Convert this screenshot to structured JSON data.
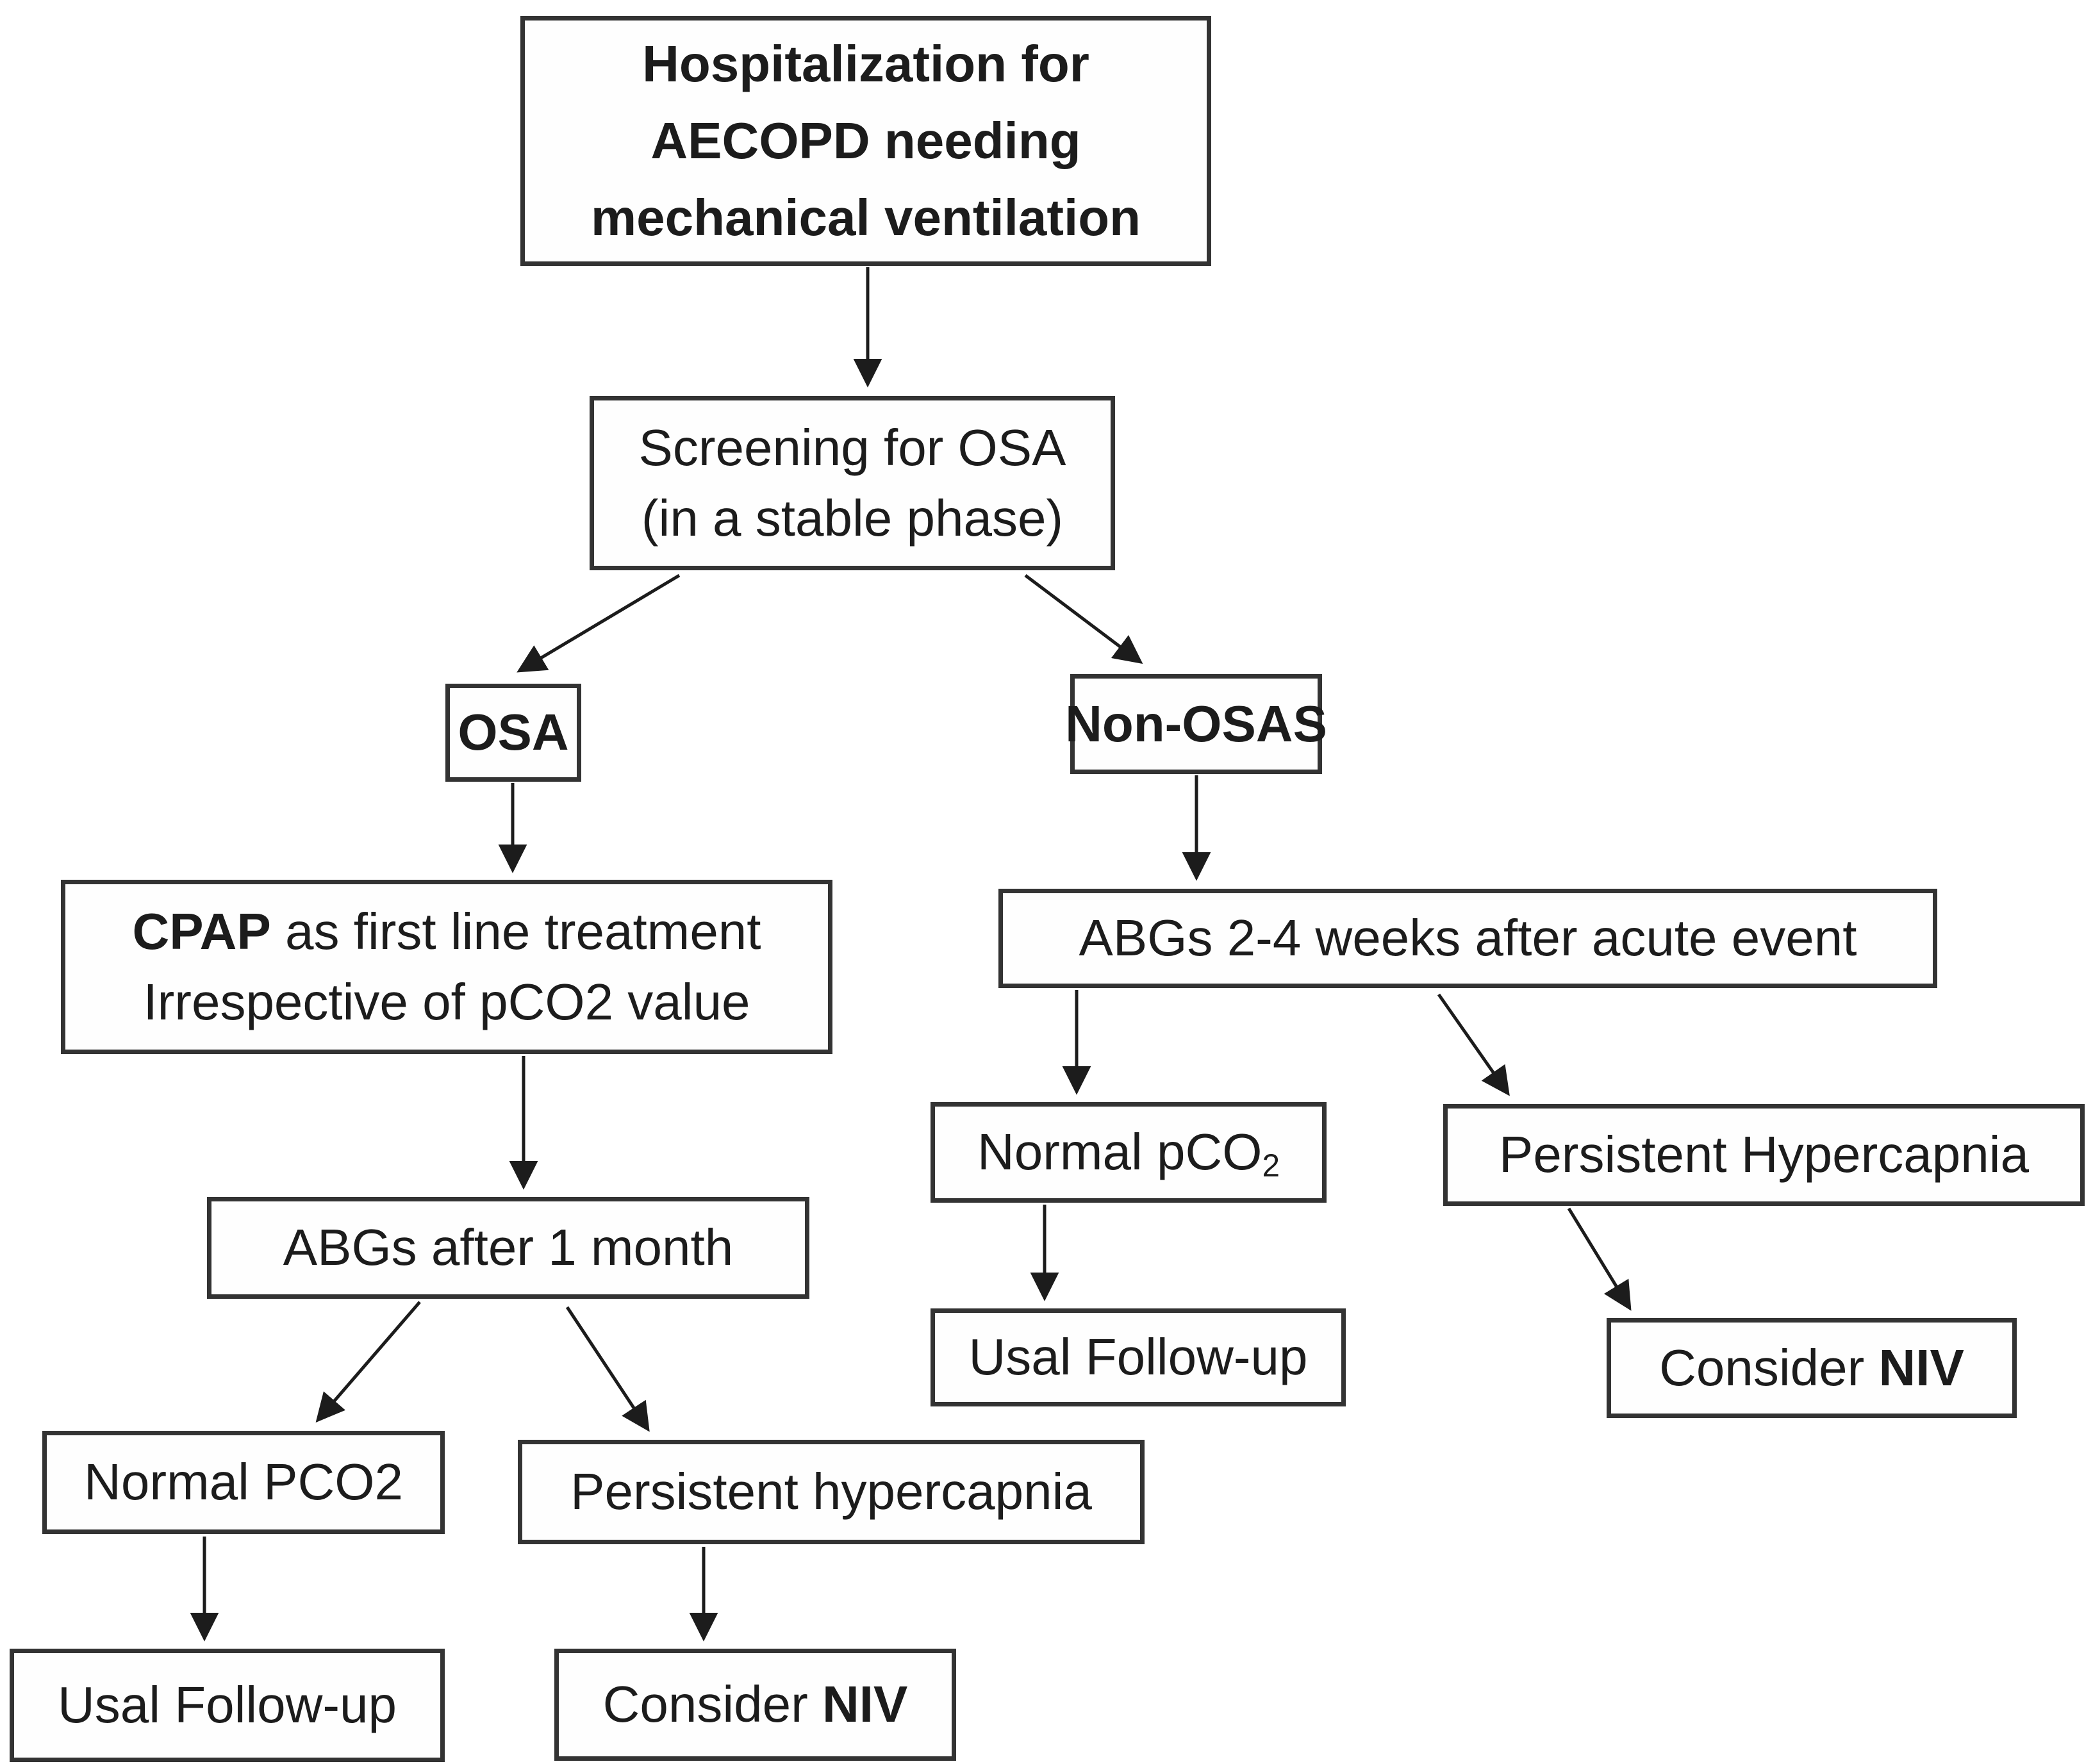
{
  "diagram": {
    "background_color": "#ffffff",
    "box_border_color": "#333333",
    "arrow_color": "#1c1c1c",
    "text_color": "#1c1c1c",
    "nodes": {
      "hospitalization": {
        "line1": "Hospitalization for",
        "line2": "AECOPD needing",
        "line3": "mechanical ventilation"
      },
      "screening": {
        "line1": "Screening for OSA",
        "line2": "(in a stable phase)"
      },
      "osa": {
        "label": "OSA"
      },
      "non_osas": {
        "label": "Non-OSAS"
      },
      "cpap": {
        "bold": "CPAP",
        "after_bold": " as first line treatment",
        "line2": "Irrespective of pCO2 value"
      },
      "abg_2_4_weeks": {
        "label": "ABGs 2-4 weeks after acute event"
      },
      "abg_1_month": {
        "label": "ABGs  after 1 month"
      },
      "normal_pco2_right": {
        "text": "Normal pCO",
        "subscript": "2"
      },
      "persistent_hypercapnia_right": {
        "label": "Persistent Hypercapnia"
      },
      "usual_followup_right": {
        "label": "Usal Follow-up"
      },
      "consider_niv_right": {
        "pre": "Consider ",
        "bold": "NIV"
      },
      "normal_pco2_left": {
        "label": "Normal PCO2"
      },
      "persistent_hypercapnia_left": {
        "label": "Persistent hypercapnia"
      },
      "usual_followup_left": {
        "label": "Usal Follow-up"
      },
      "consider_niv_left": {
        "pre": "Consider ",
        "bold": "NIV"
      }
    },
    "edges": [
      {
        "from": "hospitalization",
        "to": "screening"
      },
      {
        "from": "screening",
        "to": "osa"
      },
      {
        "from": "screening",
        "to": "non_osas"
      },
      {
        "from": "osa",
        "to": "cpap"
      },
      {
        "from": "non_osas",
        "to": "abg_2_4_weeks"
      },
      {
        "from": "cpap",
        "to": "abg_1_month"
      },
      {
        "from": "abg_2_4_weeks",
        "to": "normal_pco2_right"
      },
      {
        "from": "abg_2_4_weeks",
        "to": "persistent_hypercapnia_right"
      },
      {
        "from": "normal_pco2_right",
        "to": "usual_followup_right"
      },
      {
        "from": "persistent_hypercapnia_right",
        "to": "consider_niv_right"
      },
      {
        "from": "abg_1_month",
        "to": "normal_pco2_left"
      },
      {
        "from": "abg_1_month",
        "to": "persistent_hypercapnia_left"
      },
      {
        "from": "normal_pco2_left",
        "to": "usual_followup_left"
      },
      {
        "from": "persistent_hypercapnia_left",
        "to": "consider_niv_left"
      }
    ]
  }
}
